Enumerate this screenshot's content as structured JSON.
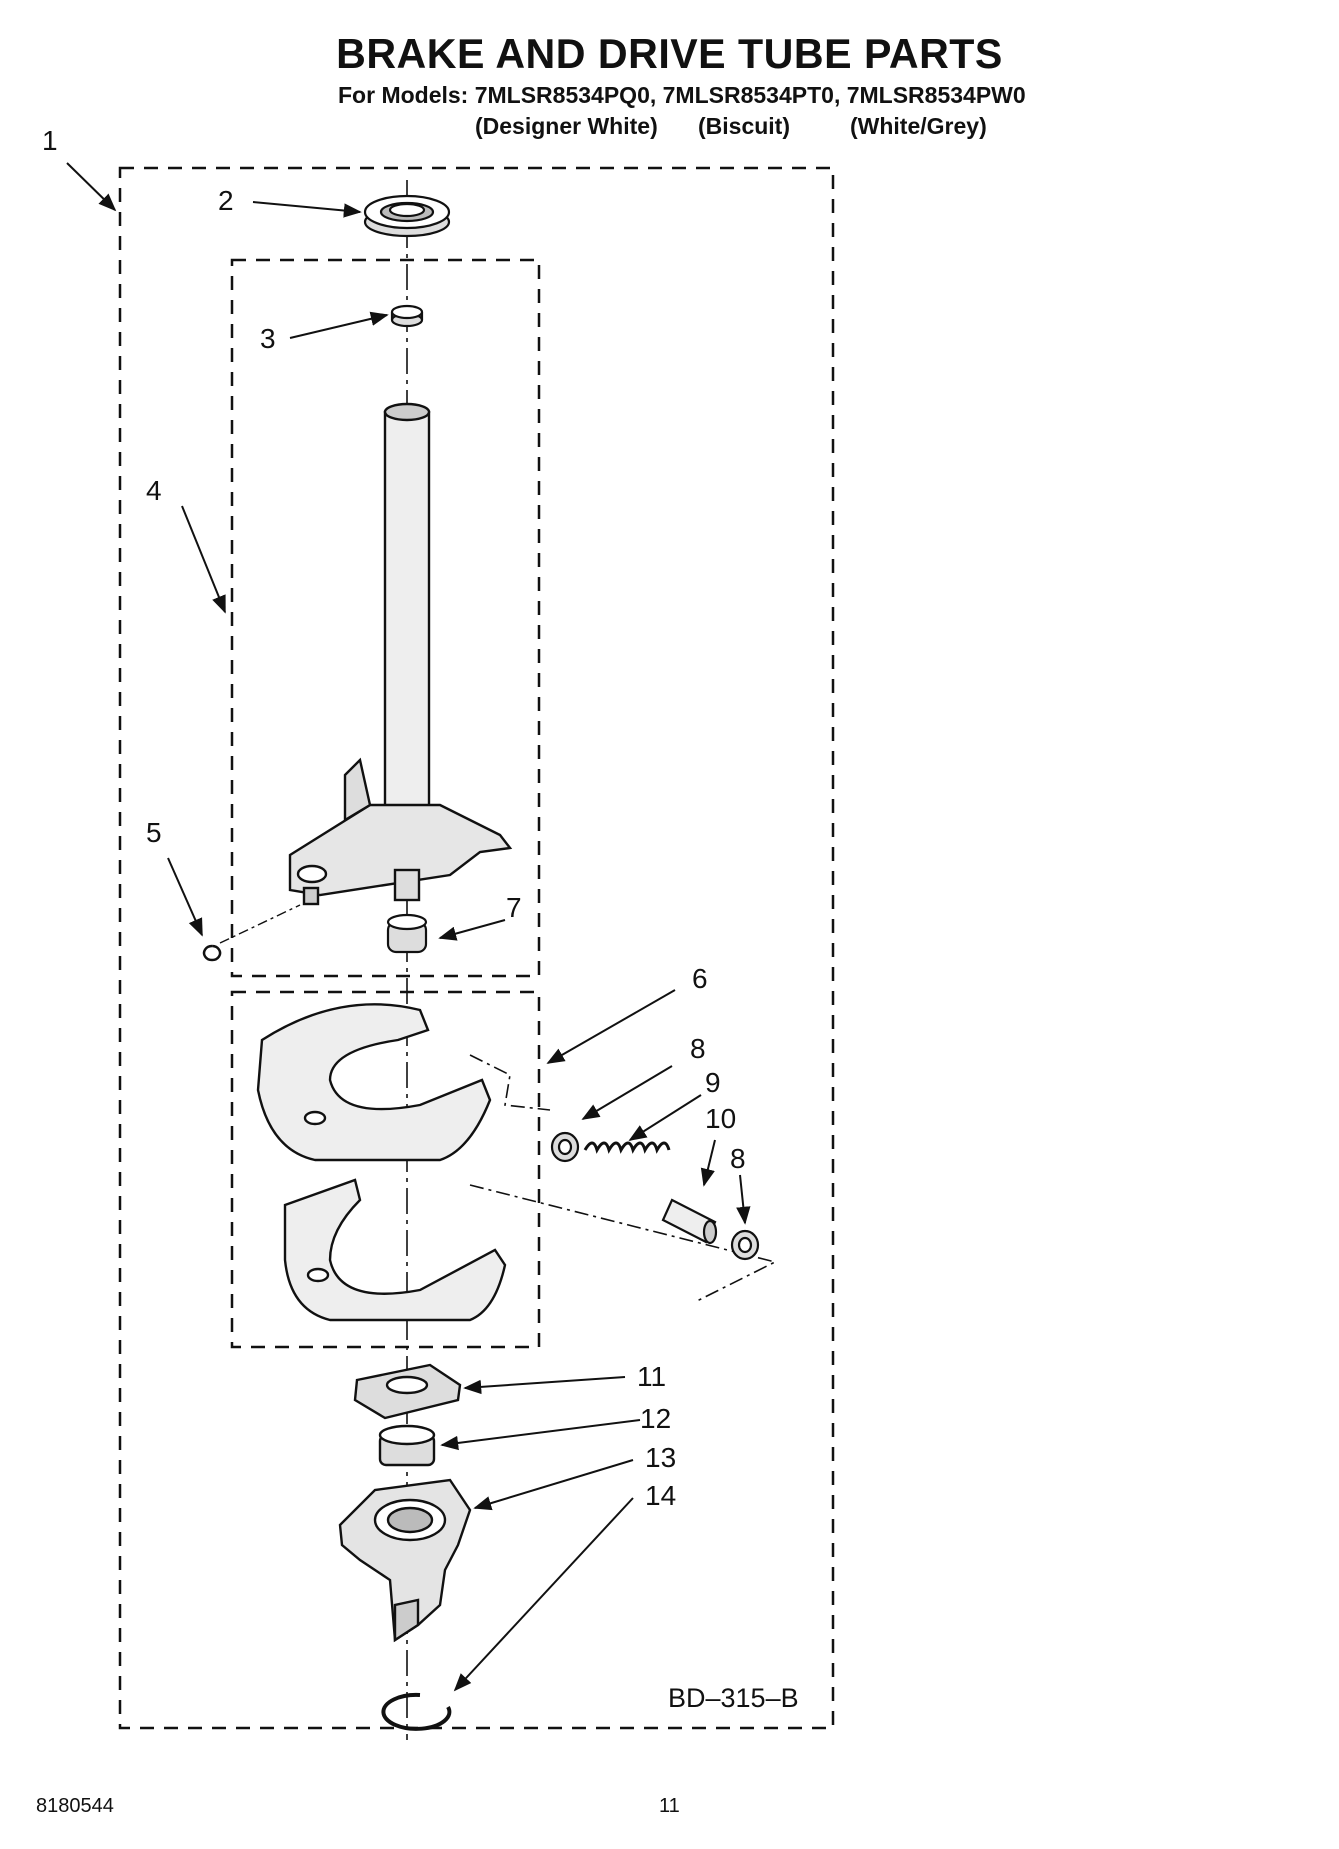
{
  "header": {
    "title": "BRAKE AND DRIVE TUBE PARTS",
    "models_line": "For Models: 7MLSR8534PQ0, 7MLSR8534PT0, 7MLSR8534PW0",
    "colors": [
      "(Designer White)",
      "(Biscuit)",
      "(White/Grey)"
    ]
  },
  "diagram": {
    "callouts": [
      "1",
      "2",
      "3",
      "4",
      "5",
      "6",
      "7",
      "8",
      "9",
      "10",
      "8",
      "11",
      "12",
      "13",
      "14"
    ],
    "code": "BD–315–B"
  },
  "footer": {
    "doc_number": "8180544",
    "page_number": "11"
  }
}
